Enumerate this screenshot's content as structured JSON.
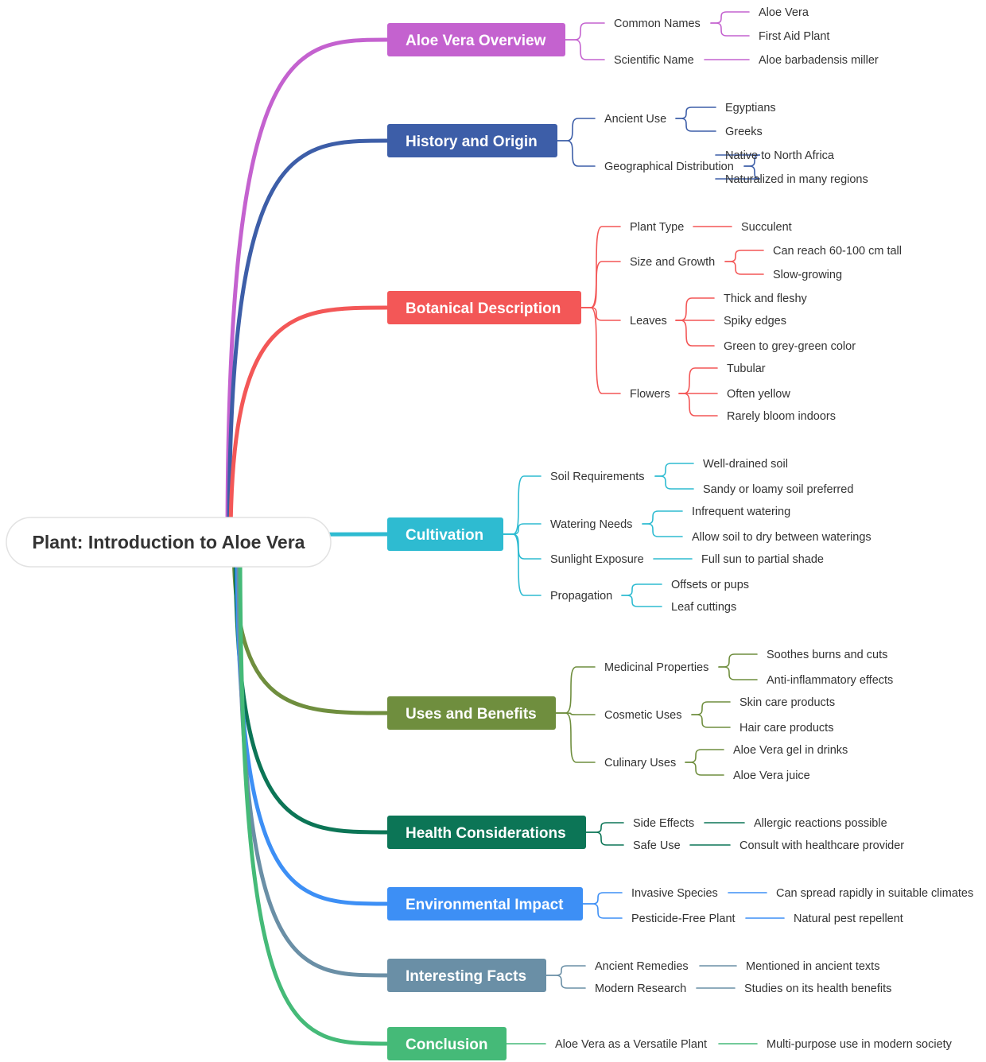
{
  "root": "Plant: Introduction to Aloe Vera",
  "branches": [
    {
      "label": "Aloe Vera Overview",
      "color": "#c462cf",
      "children": [
        {
          "label": "Common Names",
          "children": [
            {
              "label": "Aloe Vera"
            },
            {
              "label": "First Aid Plant"
            }
          ]
        },
        {
          "label": "Scientific Name",
          "children": [
            {
              "label": "Aloe barbadensis miller"
            }
          ]
        }
      ]
    },
    {
      "label": "History and Origin",
      "color": "#3d5ea8",
      "children": [
        {
          "label": "Ancient Use",
          "children": [
            {
              "label": "Egyptians"
            },
            {
              "label": "Greeks"
            }
          ]
        },
        {
          "label": "Geographical Distribution",
          "children": [
            {
              "label": "Native to North Africa"
            },
            {
              "label": "Naturalized in many regions"
            }
          ]
        }
      ]
    },
    {
      "label": "Botanical Description",
      "color": "#f35757",
      "children": [
        {
          "label": "Plant Type",
          "children": [
            {
              "label": "Succulent"
            }
          ]
        },
        {
          "label": "Size and Growth",
          "children": [
            {
              "label": "Can reach 60-100 cm tall"
            },
            {
              "label": "Slow-growing"
            }
          ]
        },
        {
          "label": "Leaves",
          "children": [
            {
              "label": "Thick and fleshy"
            },
            {
              "label": "Spiky edges"
            },
            {
              "label": "Green to grey-green color"
            }
          ]
        },
        {
          "label": "Flowers",
          "children": [
            {
              "label": "Tubular"
            },
            {
              "label": "Often yellow"
            },
            {
              "label": "Rarely bloom indoors"
            }
          ]
        }
      ]
    },
    {
      "label": "Cultivation",
      "color": "#2ebbd1",
      "children": [
        {
          "label": "Soil Requirements",
          "children": [
            {
              "label": "Well-drained soil"
            },
            {
              "label": "Sandy or loamy soil preferred"
            }
          ]
        },
        {
          "label": "Watering Needs",
          "children": [
            {
              "label": "Infrequent watering"
            },
            {
              "label": "Allow soil to dry between waterings"
            }
          ]
        },
        {
          "label": "Sunlight Exposure",
          "children": [
            {
              "label": "Full sun to partial shade"
            }
          ]
        },
        {
          "label": "Propagation",
          "children": [
            {
              "label": "Offsets or pups"
            },
            {
              "label": "Leaf cuttings"
            }
          ]
        }
      ]
    },
    {
      "label": "Uses and Benefits",
      "color": "#6f8e3e",
      "children": [
        {
          "label": "Medicinal Properties",
          "children": [
            {
              "label": "Soothes burns and cuts"
            },
            {
              "label": "Anti-inflammatory effects"
            }
          ]
        },
        {
          "label": "Cosmetic Uses",
          "children": [
            {
              "label": "Skin care products"
            },
            {
              "label": "Hair care products"
            }
          ]
        },
        {
          "label": "Culinary Uses",
          "children": [
            {
              "label": "Aloe Vera gel in drinks"
            },
            {
              "label": "Aloe Vera juice"
            }
          ]
        }
      ]
    },
    {
      "label": "Health Considerations",
      "color": "#0c7556",
      "children": [
        {
          "label": "Side Effects",
          "children": [
            {
              "label": "Allergic reactions possible"
            }
          ]
        },
        {
          "label": "Safe Use",
          "children": [
            {
              "label": "Consult with healthcare provider"
            }
          ]
        }
      ]
    },
    {
      "label": "Environmental Impact",
      "color": "#3d8ff5",
      "children": [
        {
          "label": "Invasive Species",
          "children": [
            {
              "label": "Can spread rapidly in suitable climates"
            }
          ]
        },
        {
          "label": "Pesticide-Free Plant",
          "children": [
            {
              "label": "Natural pest repellent"
            }
          ]
        }
      ]
    },
    {
      "label": "Interesting Facts",
      "color": "#6a8fa6",
      "children": [
        {
          "label": "Ancient Remedies",
          "children": [
            {
              "label": "Mentioned in ancient texts"
            }
          ]
        },
        {
          "label": "Modern Research",
          "children": [
            {
              "label": "Studies on its health benefits"
            }
          ]
        }
      ]
    },
    {
      "label": "Conclusion",
      "color": "#45ba78",
      "children": [
        {
          "label": "Aloe Vera as a Versatile Plant",
          "children": [
            {
              "label": "Multi-purpose use in modern society"
            }
          ]
        }
      ]
    }
  ]
}
